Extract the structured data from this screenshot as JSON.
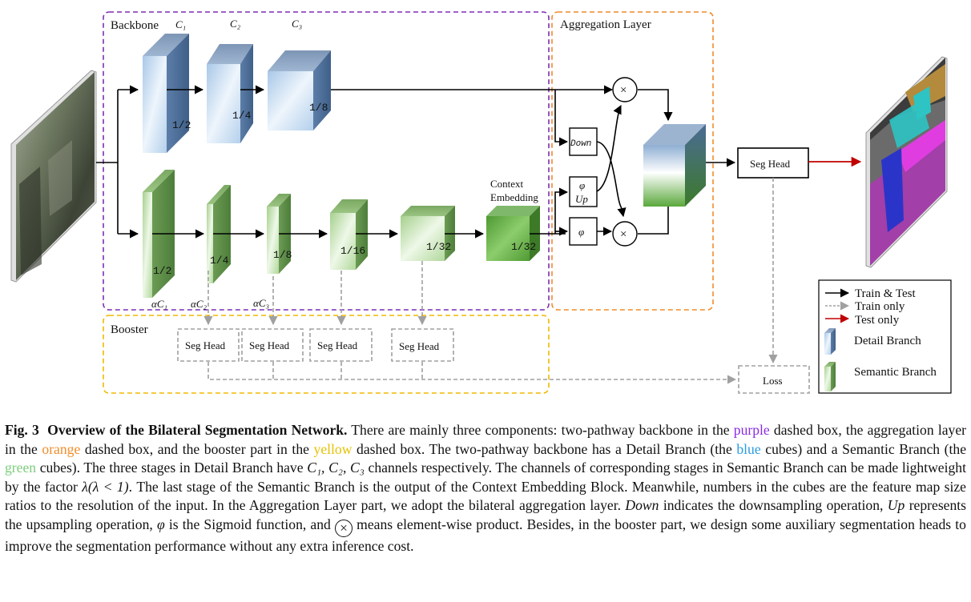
{
  "diagram": {
    "groups": {
      "backbone": "Backbone",
      "aggregation": "Aggregation Layer",
      "booster": "Booster"
    },
    "channel_labels": {
      "c1": "C₁",
      "c2": "C₂",
      "c3": "C₃",
      "ac1": "αC₁",
      "ac2": "αC₂",
      "ac3": "αC₃"
    },
    "detail_branch": {
      "ratios": [
        "1/2",
        "1/4",
        "1/8"
      ]
    },
    "semantic_branch": {
      "ratios": [
        "1/2",
        "1/4",
        "1/8",
        "1/16",
        "1/32"
      ]
    },
    "context_embedding": {
      "label_line1": "Context",
      "label_line2": "Embedding",
      "ratio": "1/32"
    },
    "aggregation_ops": {
      "down": "Down",
      "phi": "φ",
      "up": "Up",
      "product": "×"
    },
    "seg_head": "Seg Head",
    "booster_heads": [
      "Seg Head",
      "Seg Head",
      "Seg Head",
      "Seg Head"
    ],
    "loss": "Loss",
    "legend": {
      "train_test": "Train & Test",
      "train_only": "Train only",
      "test_only": "Test only",
      "detail": "Detail Branch",
      "semantic": "Semantic Branch"
    },
    "colors": {
      "purple": "#7b2fb5",
      "orange": "#f28c28",
      "yellow": "#f0b800",
      "detail_blue": "#b9d3ee",
      "semantic_green": "#b5d9a2",
      "red_arrow": "#c00000"
    }
  },
  "caption": {
    "fig_label": "Fig. 3",
    "title": "Overview of the Bilateral Segmentation Network.",
    "t1": " There are mainly three components: two-pathway backbone in the ",
    "w_purple": "purple",
    "t2": " dashed box, the aggregation layer in the ",
    "w_orange": "orange",
    "t3": " dashed box, and the booster part in the ",
    "w_yellow": "yellow",
    "t4": " dashed box. The two-pathway backbone has a Detail Branch (the ",
    "w_blue": "blue",
    "t5": " cubes) and a Semantic Branch (the ",
    "w_green": "green",
    "t6": " cubes). The three stages in Detail Branch have ",
    "m_c123": "C₁, C₂, C₃",
    "t7": " channels respectively. The channels of corresponding stages in Semantic Branch can be made lightweight by the factor ",
    "m_lambda": "λ(λ < 1)",
    "t8": ". The last stage of the Semantic Branch is the output of the Context Embedding Block. Meanwhile, numbers in the cubes are the feature map size ratios to the resolution of the input. In the Aggregation Layer part, we adopt the bilateral aggregation layer. ",
    "m_down": "Down",
    "t9": " indicates the downsampling operation, ",
    "m_up": "Up",
    "t10": " represents the upsampling operation, ",
    "m_phi": "φ",
    "t11": " is the Sigmoid function, and ",
    "otimes": "⊗",
    "t12": " means element-wise product. Besides, in the booster part, we design some auxiliary segmentation heads to improve the segmentation performance without any extra inference cost."
  }
}
